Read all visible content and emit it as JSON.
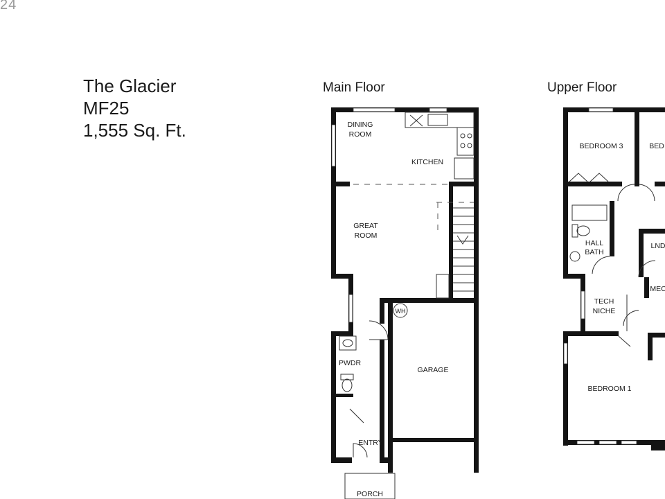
{
  "page_number": "24",
  "plan": {
    "name": "The Glacier",
    "code": "MF25",
    "area": "1,555 Sq. Ft."
  },
  "floors": {
    "main": {
      "label": "Main Floor",
      "rooms": {
        "dining_line1": "DINING",
        "dining_line2": "ROOM",
        "kitchen": "KITCHEN",
        "great_line1": "GREAT",
        "great_line2": "ROOM",
        "wh": "WH",
        "garage": "GARAGE",
        "pwdr": "PWDR",
        "entry": "ENTRY",
        "porch": "PORCH"
      }
    },
    "upper": {
      "label": "Upper Floor",
      "rooms": {
        "bedroom3": "BEDROOM 3",
        "bedroom2_partial": "BED",
        "hall_line1": "HALL",
        "hall_line2": "BATH",
        "lnd_partial": "LND",
        "mec_partial": "MEC",
        "tech_line1": "TECH",
        "tech_line2": "NICHE",
        "bedroom1": "BEDROOM 1"
      }
    }
  }
}
